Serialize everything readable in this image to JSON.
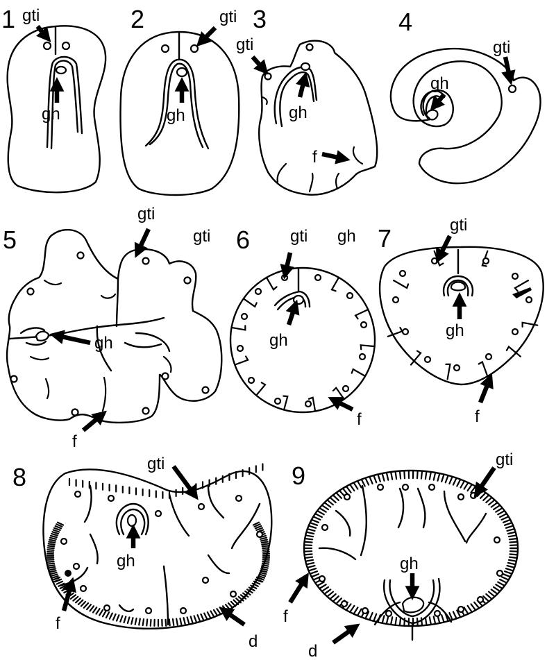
{
  "panels": [
    {
      "number": "1",
      "labels": {
        "gti": "gti",
        "gh": "gh"
      }
    },
    {
      "number": "2",
      "labels": {
        "gti": "gti",
        "gh": "gh"
      }
    },
    {
      "number": "3",
      "labels": {
        "gti": "gti",
        "gh": "gh",
        "f": "f"
      }
    },
    {
      "number": "4",
      "labels": {
        "gti": "gti",
        "gh": "gh"
      }
    },
    {
      "number": "5",
      "labels": {
        "gti": "gti",
        "gh": "gh",
        "f": "f"
      }
    },
    {
      "number": "6",
      "labels": {
        "gti": "gti",
        "gh": "gh",
        "f": "f"
      }
    },
    {
      "number": "7",
      "labels": {
        "gti": "gti",
        "gh": "gh",
        "f": "f"
      }
    },
    {
      "number": "8",
      "labels": {
        "gti": "gti",
        "gh": "gh",
        "f": "f",
        "d": "d"
      }
    },
    {
      "number": "9",
      "labels": {
        "gti": "gti",
        "gh": "gh",
        "f": "f",
        "d": "d"
      }
    }
  ],
  "stray_labels": {
    "gti": "gti",
    "gh": "gh"
  }
}
